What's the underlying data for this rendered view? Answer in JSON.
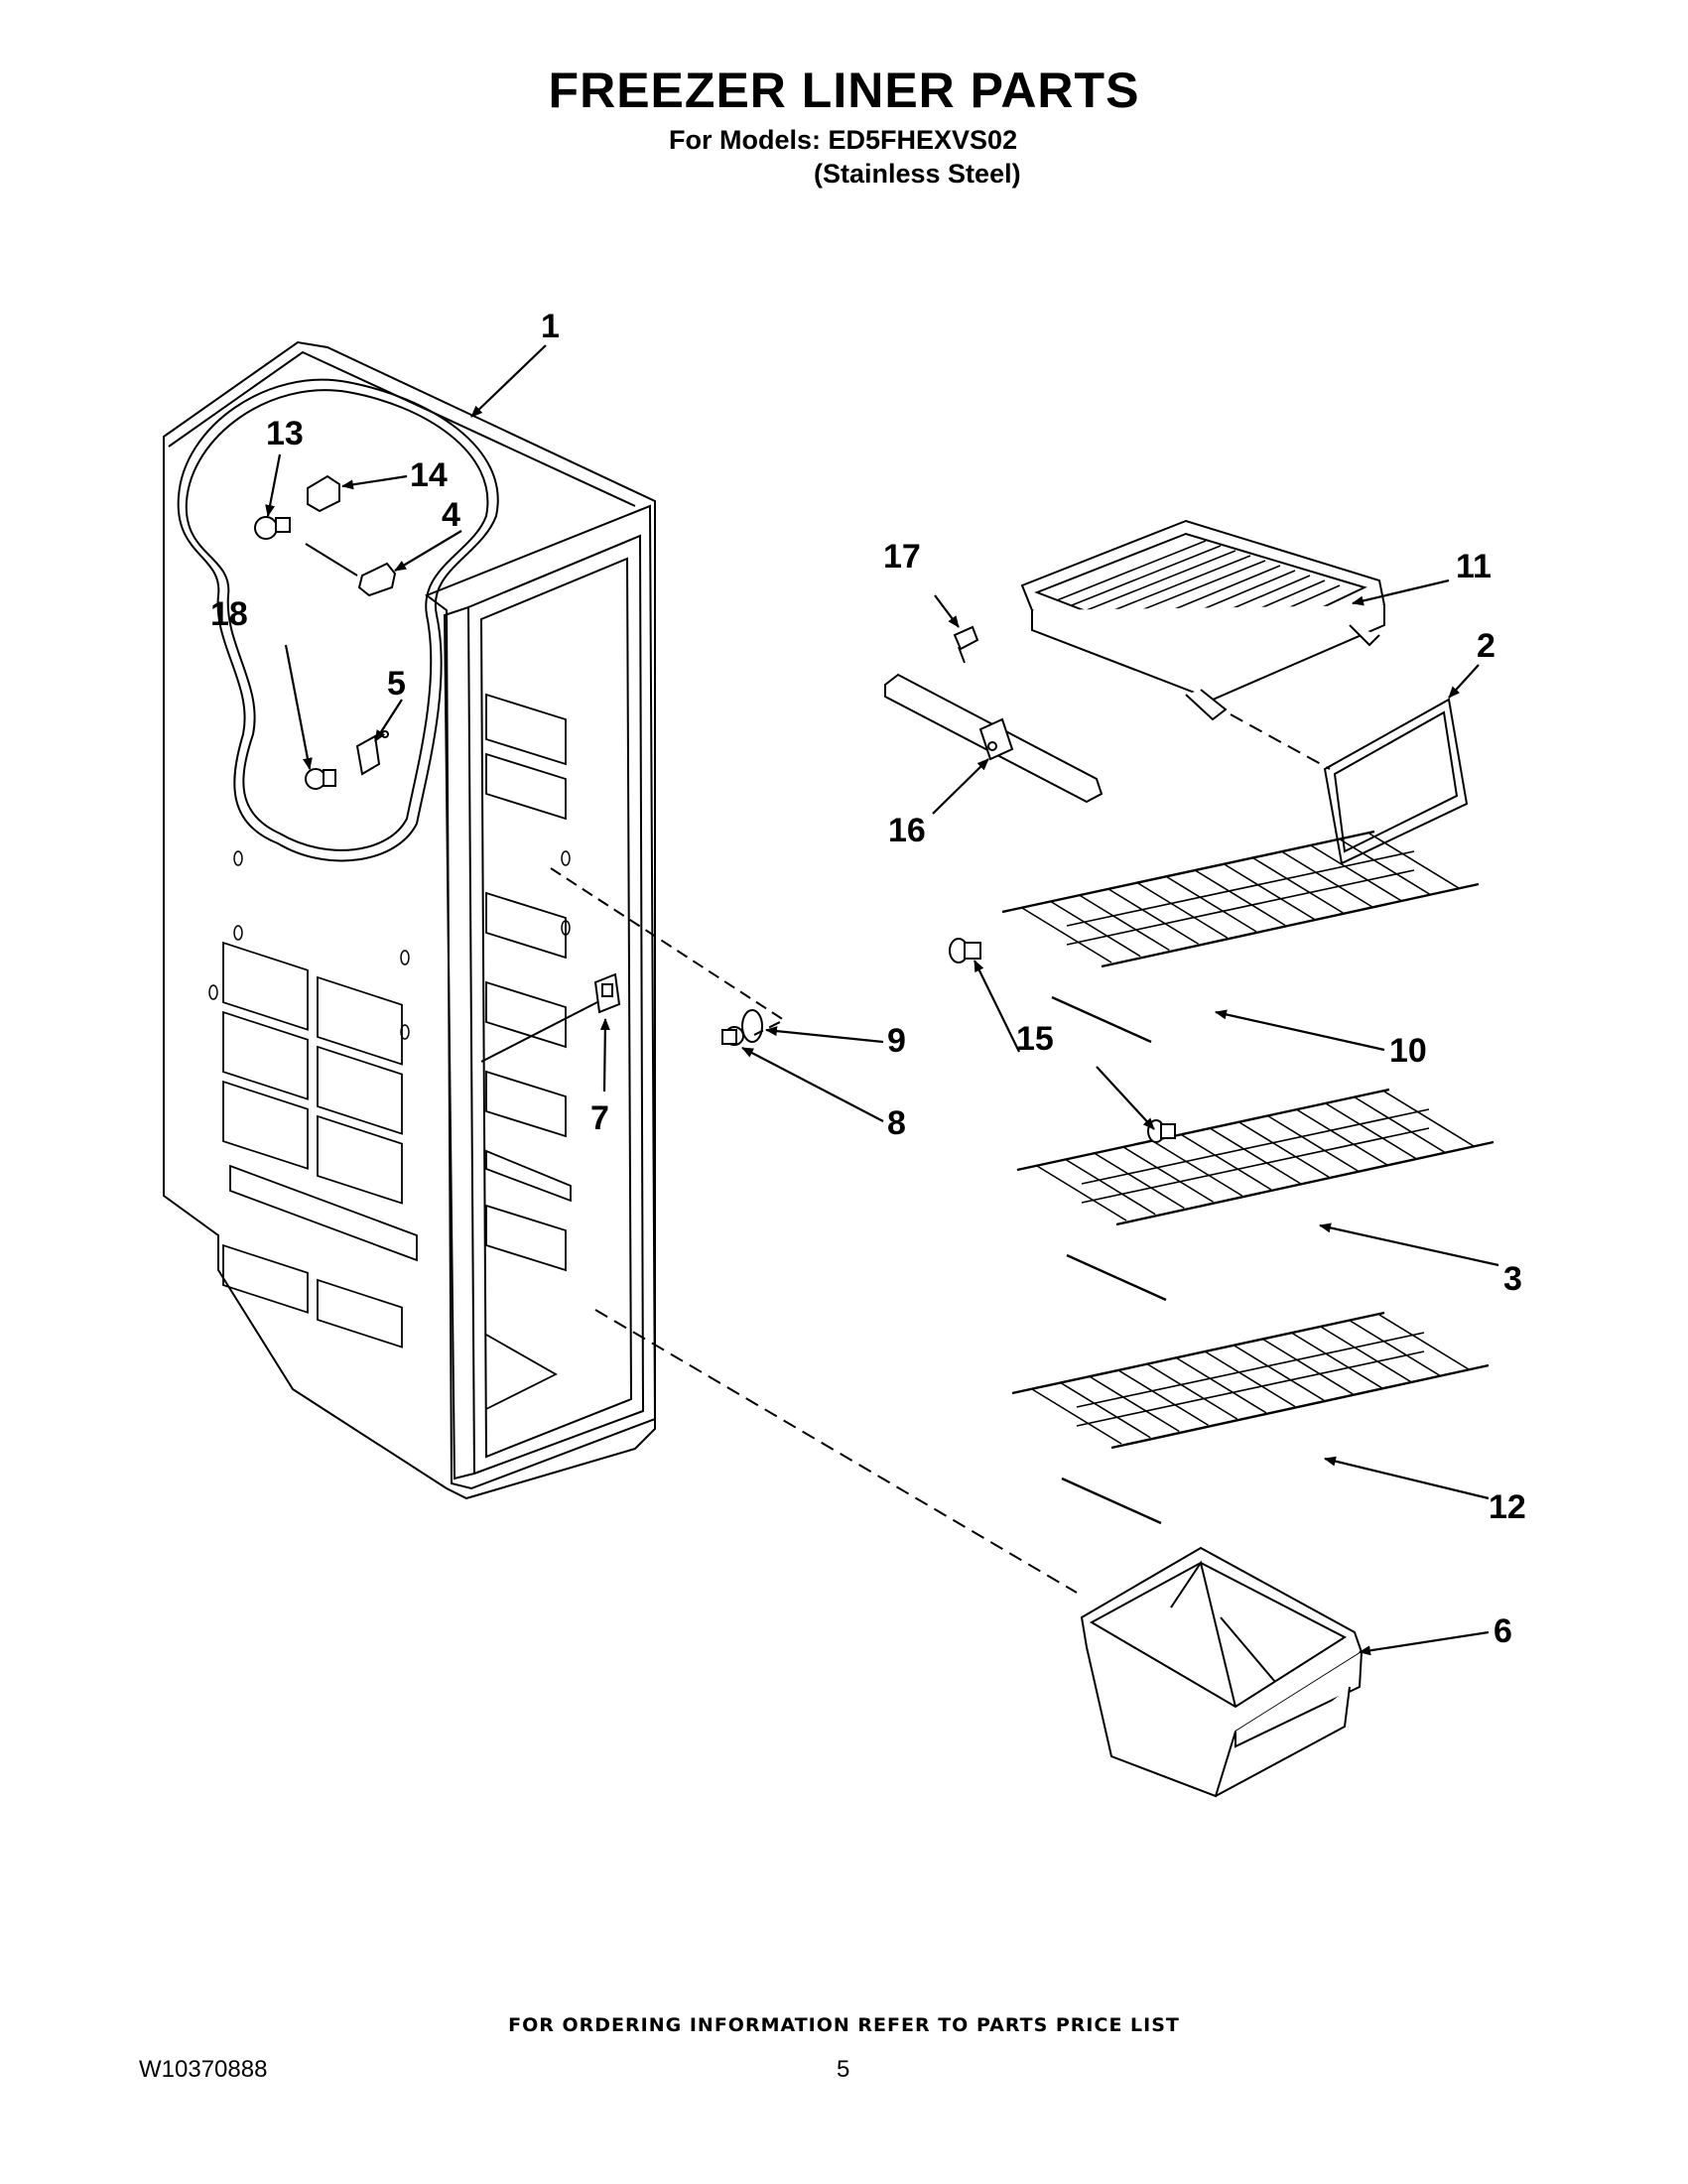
{
  "header": {
    "title": "FREEZER LINER PARTS",
    "models_line": "For Models: ED5FHEXVS02",
    "finish_line": "(Stainless Steel)"
  },
  "callouts": [
    "1",
    "2",
    "3",
    "4",
    "5",
    "6",
    "7",
    "8",
    "9",
    "10",
    "11",
    "12",
    "13",
    "14",
    "15",
    "16",
    "17",
    "18"
  ],
  "footer": {
    "ordering_note": "FOR ORDERING INFORMATION REFER TO PARTS PRICE LIST",
    "document_number": "W10370888",
    "page_number": "5"
  }
}
